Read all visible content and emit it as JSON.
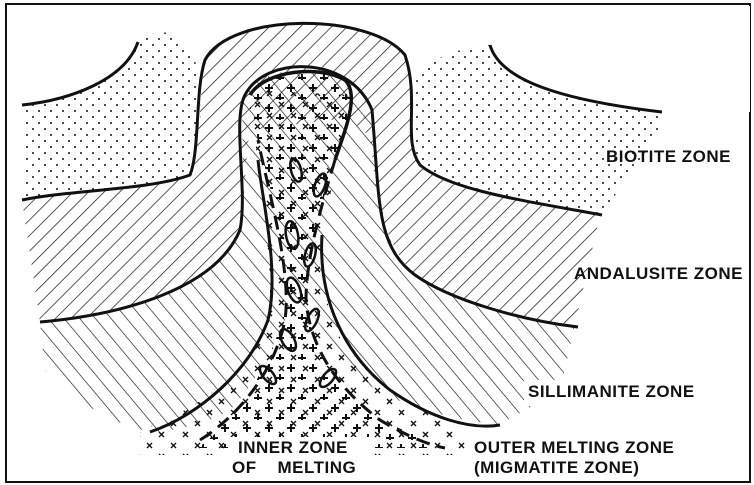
{
  "labels": {
    "biotite": "BIOTITE ZONE",
    "andalusite": "ANDALUSITE ZONE",
    "sillimanite": "SILLIMANITE ZONE",
    "outer_line1": "OUTER MELTING ZONE",
    "outer_line2": "(MIGMATITE  ZONE)",
    "inner_line1": "INNER ZONE",
    "inner_line2": "OF    MELTING"
  },
  "colors": {
    "ink": "#111111",
    "paper": "#ffffff"
  }
}
